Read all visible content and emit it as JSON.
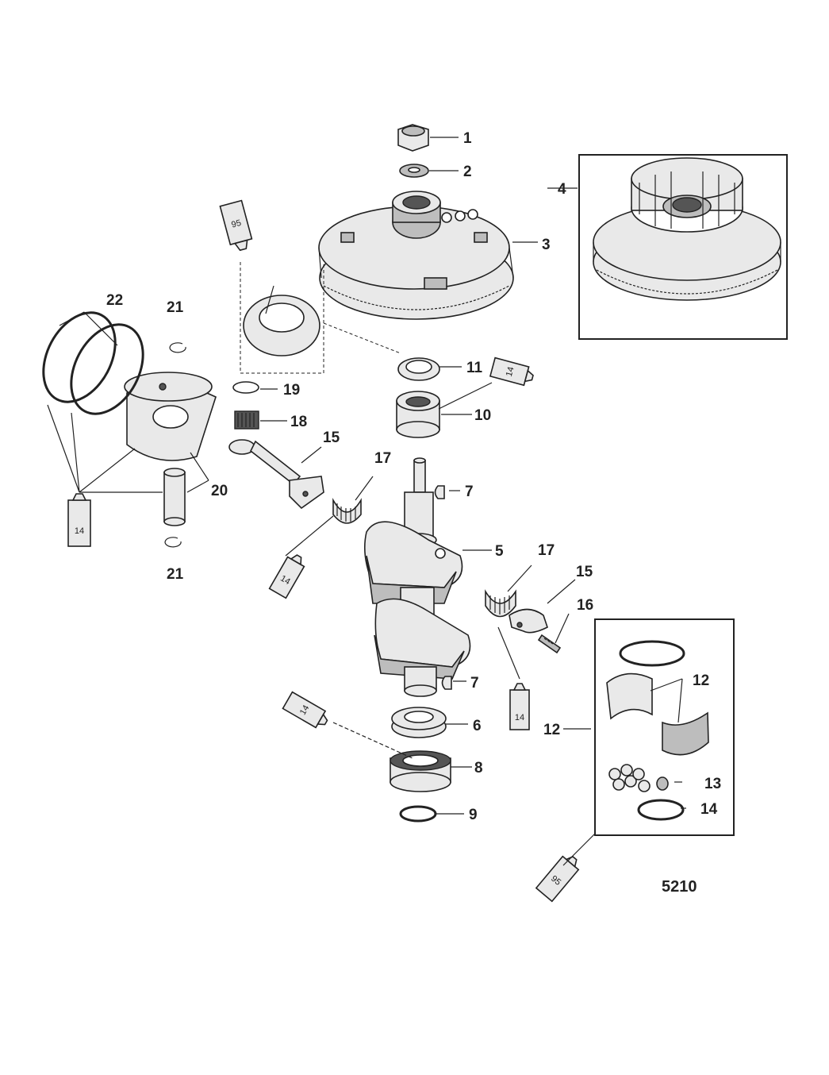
{
  "figure_number": "5210",
  "callouts": {
    "c1": "1",
    "c2": "2",
    "c3": "3",
    "c4": "4",
    "c5": "5",
    "c6": "6",
    "c7a": "7",
    "c7b": "7",
    "c8": "8",
    "c9": "9",
    "c10": "10",
    "c11": "11",
    "c12a": "12",
    "c12b": "12",
    "c13": "13",
    "c14": "14",
    "c15a": "15",
    "c15b": "15",
    "c16": "16",
    "c17a": "17",
    "c17b": "17",
    "c18": "18",
    "c19": "19",
    "c20": "20",
    "c21a": "21",
    "c21b": "21",
    "c22": "22"
  },
  "tubes": {
    "t95a": "95",
    "t14a": "14",
    "t14b": "14",
    "t14c": "14",
    "t14d": "14",
    "t14e": "14",
    "t95b": "95"
  }
}
